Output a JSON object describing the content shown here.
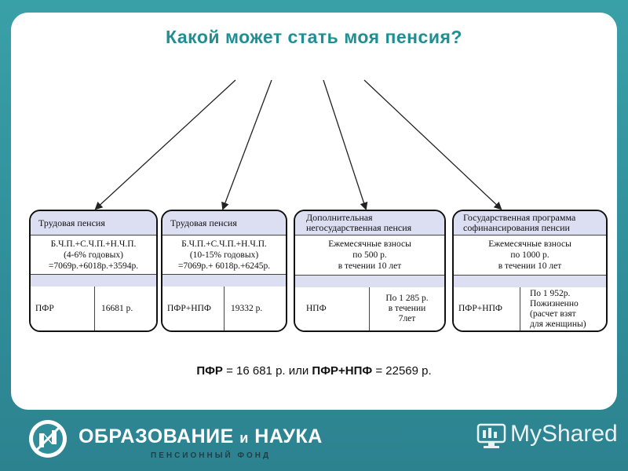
{
  "slide": {
    "title": "Какой может стать моя пенсия?",
    "summary": {
      "pfr": "ПФР",
      "pfr_value": " = 16 681 р.  или  ",
      "combo": "ПФР+НПФ",
      "combo_value": " = 22569 р."
    }
  },
  "boxes": [
    {
      "header": [
        "Трудовая пенсия"
      ],
      "body": [
        "Б.Ч.П.+С.Ч.П.+Н.Ч.П.",
        "(4-6% годовых)",
        "=7069р.+6018р.+3594р."
      ],
      "left": "ПФР",
      "right": [
        "16681 р."
      ]
    },
    {
      "header": [
        "Трудовая пенсия"
      ],
      "body": [
        "Б.Ч.П.+С.Ч.П.+Н.Ч.П.",
        "(10-15% годовых)",
        "=7069р.+ 6018р.+6245р."
      ],
      "left": "ПФР+НПФ",
      "right": [
        "19332 р."
      ]
    },
    {
      "header": [
        "Дополнительная",
        "негосударственная пенсия"
      ],
      "body": [
        "Ежемесячные взносы",
        "по 500 р.",
        "в течении 10 лет"
      ],
      "left": "НПФ",
      "right": [
        "По 1 285 р.",
        "в течении",
        "7лет"
      ]
    },
    {
      "header": [
        "Государственная программа",
        "софинансирования пенсии"
      ],
      "body": [
        "Ежемесячные взносы",
        "по 1000 р.",
        "в течении 10 лет"
      ],
      "left": "ПФР+НПФ",
      "right": [
        "По 1 952р.",
        "Пожизненно",
        "(расчет взят",
        "для женщины)"
      ]
    }
  ],
  "footer": {
    "brand_main": "ОБРАЗОВАНИЕ ",
    "brand_and": "и",
    "brand_end": " НАУКА",
    "brand_sub": "ПЕНСИОННЫЙ ФОНД",
    "watermark": "MyShared"
  },
  "colors": {
    "accent": "#1f8f93",
    "box_fill": "#dcdef2",
    "background": "#2f8e99"
  }
}
